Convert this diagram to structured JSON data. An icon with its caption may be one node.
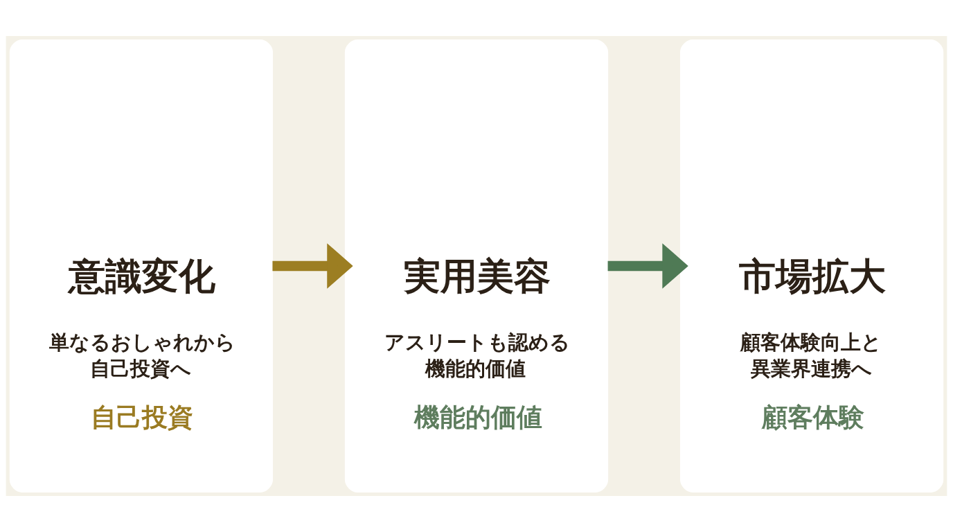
{
  "diagram": {
    "nodes": [
      {
        "text": [
          "意識変化",
          "単なるおしゃれから自己投資へ",
          "自己投資"
        ]
      },
      {
        "text": [
          "実用美容",
          "アスリートも認める機能的価値",
          "機能的価値"
        ]
      },
      {
        "text": [
          "市場拡大",
          "顧客体験向上と異業界連携へ",
          "顧客体験"
        ]
      }
    ],
    "edges": [
      {
        "from": 0,
        "to": 1,
        "arrow": "to",
        "color": "#9c7e22"
      },
      {
        "from": 1,
        "to": 2,
        "arrow": "to",
        "color": "#4f7a55"
      }
    ]
  }
}
